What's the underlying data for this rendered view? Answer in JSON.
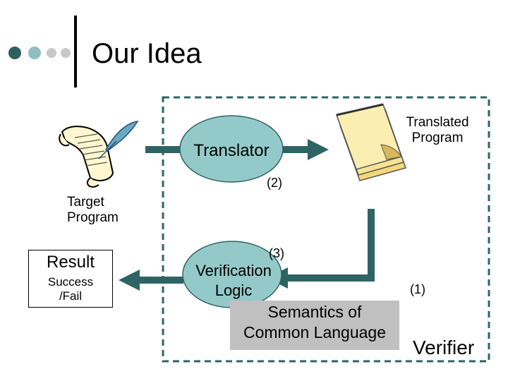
{
  "slide": {
    "title": "Our Idea",
    "colors": {
      "dot_dark": "#2f5f5f",
      "dot_mid": "#8fbfbf",
      "dot_light": "#c8c8c8",
      "node_fill": "#93c9c9",
      "arrow": "#2f6464",
      "box_gray": "#c0c0c0"
    }
  },
  "diagram": {
    "translator": "Translator",
    "translated_program": [
      "Translated",
      "Program"
    ],
    "step2": "(2)",
    "target_program": [
      "Target",
      "Program"
    ],
    "step3": "(3)",
    "verification_logic": [
      "Verification",
      "Logic"
    ],
    "step1": "(1)",
    "result": {
      "title": "Result",
      "sub": [
        "Success",
        "/Fail"
      ]
    },
    "semantics": [
      "Semantics of",
      "Common Language"
    ],
    "verifier": "Verifier"
  }
}
